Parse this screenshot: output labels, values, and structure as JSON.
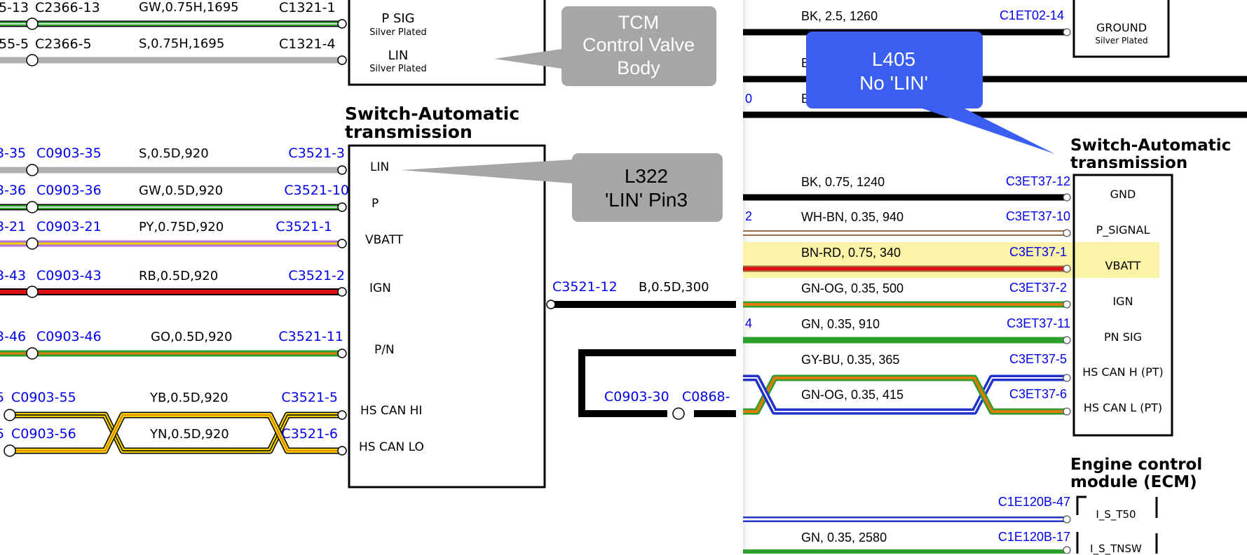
{
  "left": {
    "box1": {
      "pins": [
        {
          "name": "P SIG",
          "sub": "Silver Plated"
        },
        {
          "name": "LIN",
          "sub": "Silver Plated"
        }
      ]
    },
    "top_wires": [
      {
        "conn_a": "5-13",
        "conn_b": "C2366-13",
        "spec": "GW,0.75H,1695",
        "conn_c": "C1321-1"
      },
      {
        "conn_a": "55-5",
        "conn_b": "C2366-5",
        "spec": "S,0.75H,1695",
        "conn_c": "C1321-4"
      }
    ],
    "switch_title": [
      "Switch-Automatic",
      "transmission"
    ],
    "wires": [
      {
        "conn_a": "3-35",
        "conn_b": "C0903-35",
        "spec": "S,0.5D,920",
        "conn_c": "C3521-3",
        "pin": "LIN",
        "color": "#b0b0b0"
      },
      {
        "conn_a": "3-36",
        "conn_b": "C0903-36",
        "spec": "GW,0.5D,920",
        "conn_c": "C3521-10",
        "pin": "P",
        "color": "#2ca02c"
      },
      {
        "conn_a": "3-21",
        "conn_b": "C0903-21",
        "spec": "PY,0.75D,920",
        "conn_c": "C3521-1",
        "pin": "VBATT",
        "color": "#b070e0"
      },
      {
        "conn_a": "3-43",
        "conn_b": "C0903-43",
        "spec": "RB,0.5D,920",
        "conn_c": "C3521-2",
        "pin": "IGN",
        "color": "#dd1111"
      },
      {
        "conn_a": "3-46",
        "conn_b": "C0903-46",
        "spec": "GO,0.5D,920",
        "conn_c": "C3521-11",
        "pin": "P/N",
        "color": "#e07a10"
      },
      {
        "conn_a": "5",
        "conn_b": "C0903-55",
        "spec": "YB,0.5D,920",
        "conn_c": "C3521-5",
        "pin": "HS CAN HI",
        "color": "#f2d000"
      },
      {
        "conn_a": "5",
        "conn_b": "C0903-56",
        "spec": "YN,0.5D,920",
        "conn_c": "C3521-6",
        "pin": "HS CAN LO",
        "color": "#f2d000"
      }
    ],
    "right_wire": {
      "conn": "C3521-12",
      "spec": "B,0.5D,300"
    },
    "bottom_wire": {
      "conn_a": "C0903-30",
      "conn_b": "C0868-"
    }
  },
  "right": {
    "top_wire": {
      "spec": "BK, 2.5, 1260",
      "conn": "C1ET02-14"
    },
    "ground_box": {
      "name": "GROUND",
      "sub": "Silver Plated"
    },
    "partial": {
      "b1": "B",
      "b2": "E",
      "zero": "0",
      "two": "2",
      "four": "4"
    },
    "switch_title": [
      "Switch-Automatic",
      "transmission"
    ],
    "wires": [
      {
        "spec": "BK, 0.75, 1240",
        "conn": "C3ET37-12",
        "pin": "GND"
      },
      {
        "spec": "WH-BN, 0.35, 940",
        "conn": "C3ET37-10",
        "pin": "P_SIGNAL"
      },
      {
        "spec": "BN-RD, 0.75, 340",
        "conn": "C3ET37-1",
        "pin": "VBATT"
      },
      {
        "spec": "GN-OG, 0.35, 500",
        "conn": "C3ET37-2",
        "pin": "IGN"
      },
      {
        "spec": "GN, 0.35, 910",
        "conn": "C3ET37-11",
        "pin": "PN SIG"
      },
      {
        "spec": "GY-BU, 0.35, 365",
        "conn": "C3ET37-5",
        "pin": "HS CAN H (PT)"
      },
      {
        "spec": "GN-OG, 0.35, 415",
        "conn": "C3ET37-6",
        "pin": "HS CAN L (PT)"
      }
    ],
    "ecm_title": [
      "Engine control",
      "module (ECM)"
    ],
    "ecm_wires": [
      {
        "spec": "",
        "conn": "C1E120B-47",
        "pin": "I_S_T50"
      },
      {
        "spec": "GN, 0.35, 2580",
        "conn": "C1E120B-17",
        "pin": "I_S_TNSW"
      }
    ]
  },
  "callouts": {
    "tcm": [
      "TCM",
      "Control Valve",
      "Body"
    ],
    "l322": [
      "L322",
      "'LIN' Pin3"
    ],
    "l405": [
      "L405",
      "No 'LIN'"
    ]
  },
  "colors": {
    "link": "#0000ee",
    "callout_grey": "#a6a6a6",
    "callout_blue": "#3a5ff0",
    "highlight": "#fbf3a6"
  }
}
